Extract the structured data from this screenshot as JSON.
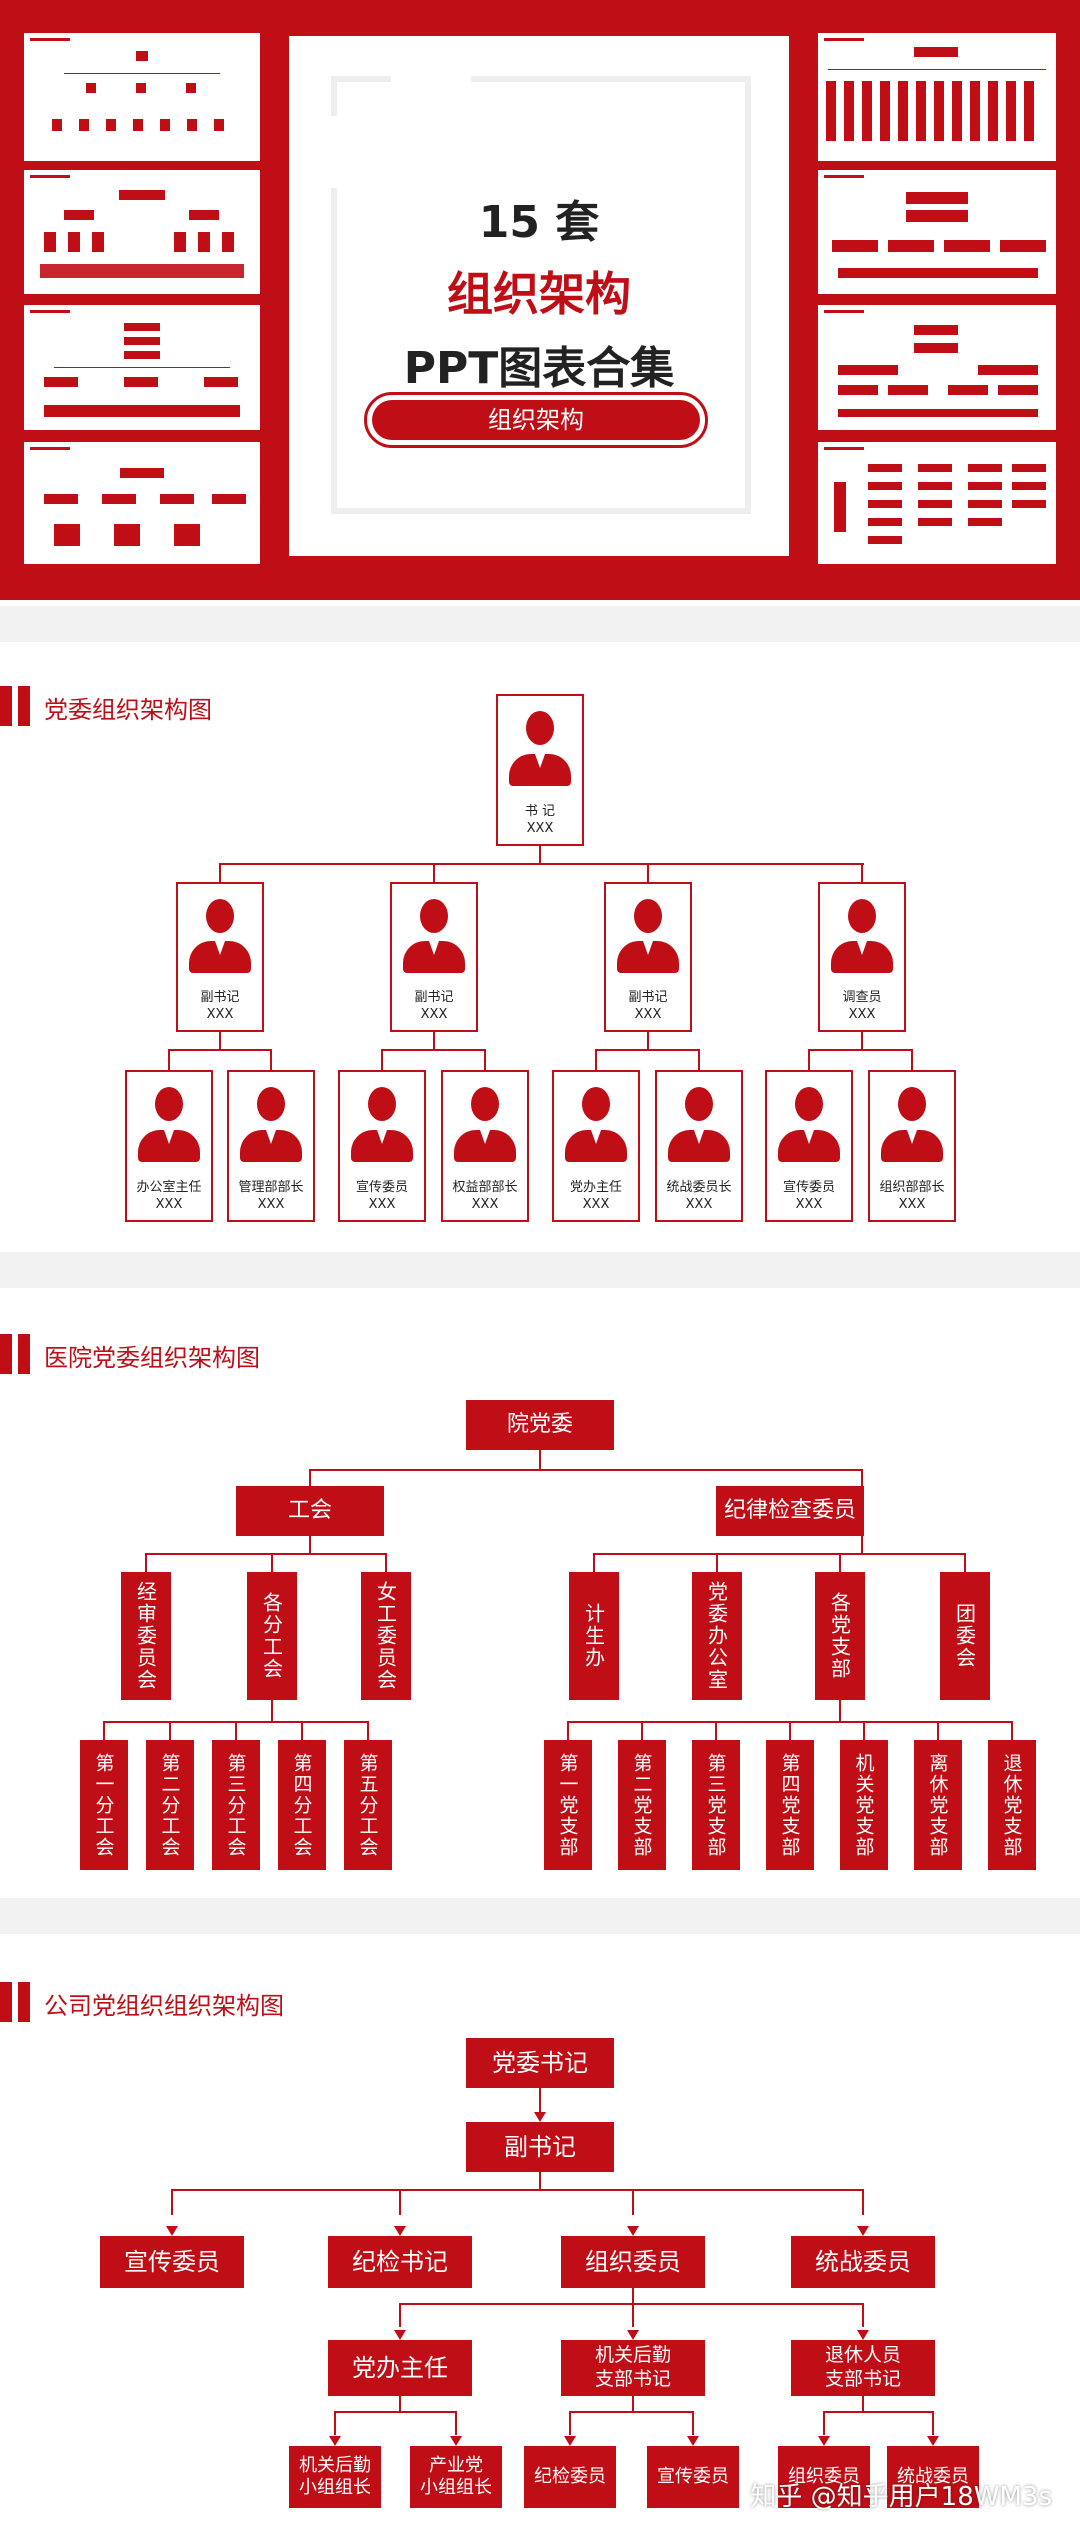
{
  "cover": {
    "count": "15 套",
    "title": "组织架构",
    "subtitle": "PPT图表合集",
    "pill": "组织架构"
  },
  "section1": {
    "title": "党委组织架构图",
    "top": {
      "role": "书 记",
      "name": "XXX"
    },
    "level2": [
      {
        "role": "副书记",
        "name": "XXX"
      },
      {
        "role": "副书记",
        "name": "XXX"
      },
      {
        "role": "副书记",
        "name": "XXX"
      },
      {
        "role": "调查员",
        "name": "XXX"
      }
    ],
    "level3": [
      {
        "role": "办公室主任",
        "name": "XXX"
      },
      {
        "role": "管理部部长",
        "name": "XXX"
      },
      {
        "role": "宣传委员",
        "name": "XXX"
      },
      {
        "role": "权益部部长",
        "name": "XXX"
      },
      {
        "role": "党办主任",
        "name": "XXX"
      },
      {
        "role": "统战委员长",
        "name": "XXX"
      },
      {
        "role": "宣传委员",
        "name": "XXX"
      },
      {
        "role": "组织部部长",
        "name": "XXX"
      }
    ]
  },
  "section2": {
    "title": "医院党委组织架构图",
    "root": "院党委",
    "left": "工会",
    "right": "纪律检查委员会",
    "left_children": [
      "经审委员会",
      "各分工会",
      "女工委员会"
    ],
    "right_children": [
      "计生办",
      "党委办公室",
      "各党支部",
      "团委会"
    ],
    "left_leaves": [
      "第一分工会",
      "第二分工会",
      "第三分工会",
      "第四分工会",
      "第五分工会"
    ],
    "right_leaves": [
      "第一党支部",
      "第二党支部",
      "第三党支部",
      "第四党支部",
      "机关党支部",
      "离休党支部",
      "退休党支部"
    ]
  },
  "section3": {
    "title": "公司党组织组织架构图",
    "root": "党委书记",
    "deputy": "副书记",
    "level3": [
      "宣传委员",
      "纪检书记",
      "组织委员",
      "统战委员"
    ],
    "level4": [
      "党办主任",
      "机关后勤\n支部书记",
      "退休人员\n支部书记"
    ],
    "level5": [
      "机关后勤\n小组组长",
      "产业党\n小组组长",
      "纪检委员",
      "宣传委员",
      "组织委员",
      "统战委员"
    ]
  },
  "watermark": "知乎 @知乎用户18WM3s",
  "colors": {
    "accent": "#c00e16",
    "separator": "#f2f2f2"
  }
}
